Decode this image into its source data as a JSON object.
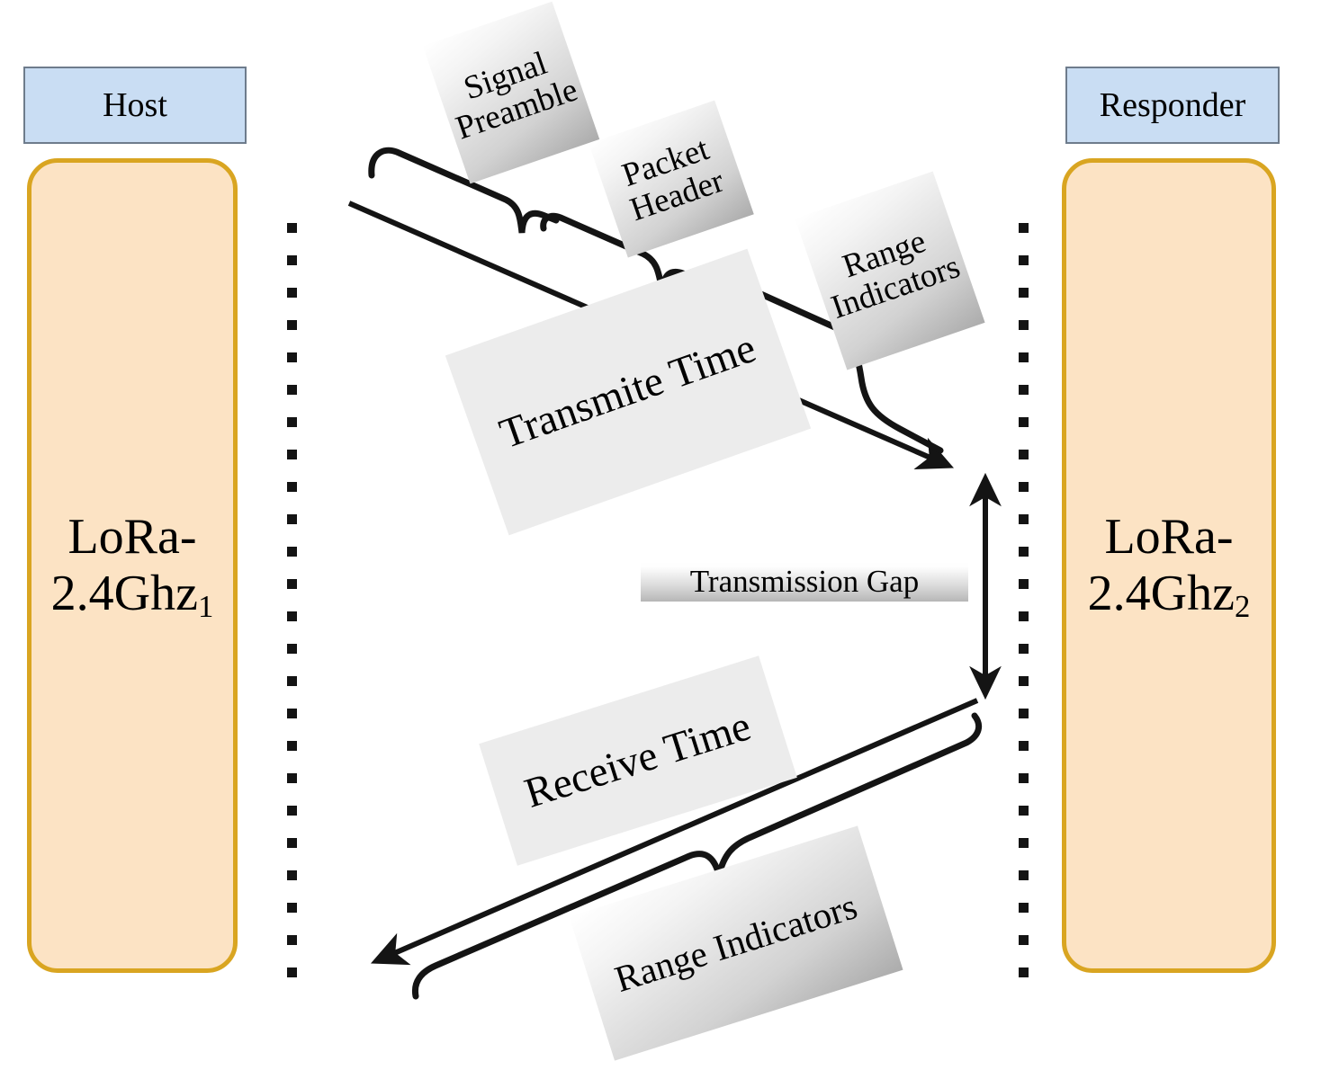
{
  "diagram": {
    "title_implicit": "LoRa 2.4GHz ranging message sequence",
    "endpoints": {
      "left": {
        "header": "Host",
        "device_prefix": "LoRa-",
        "device_main": "2.4Ghz",
        "device_sub": "1",
        "header_fill": "#c9ddf3",
        "header_border": "#6e7c8c",
        "body_fill": "#fce3c4",
        "body_border": "#d9a521"
      },
      "right": {
        "header": "Responder",
        "device_prefix": "LoRa-",
        "device_main": "2.4Ghz",
        "device_sub": "2",
        "header_fill": "#c9ddf3",
        "header_border": "#6e7c8c",
        "body_fill": "#fce3c4",
        "body_border": "#d9a521"
      }
    },
    "messages": [
      {
        "name": "transmit",
        "direction": "left-to-right",
        "label": "Transmite Time",
        "segments": [
          "Signal\nPreamble",
          "Packet\nHeader",
          "Range\nIndicators"
        ]
      },
      {
        "name": "gap",
        "direction": "vertical-double",
        "label": "Transmission Gap"
      },
      {
        "name": "receive",
        "direction": "right-to-left",
        "label": "Receive Time",
        "segments": [
          "Range Indicators"
        ]
      }
    ],
    "labels": {
      "signal_preamble": "Signal\nPreamble",
      "packet_header": "Packet\nHeader",
      "range_indicators_top": "Range\nIndicators",
      "transmite_time": "Transmite Time",
      "transmission_gap": "Transmission Gap",
      "receive_time": "Receive Time",
      "range_indicators_bottom": "Range Indicators"
    },
    "colors": {
      "stroke": "#141414",
      "label_gradient_light": "#ffffff",
      "label_gradient_dark": "#adadad",
      "flat_label": "#ececec",
      "lifeline": "#141414"
    }
  }
}
